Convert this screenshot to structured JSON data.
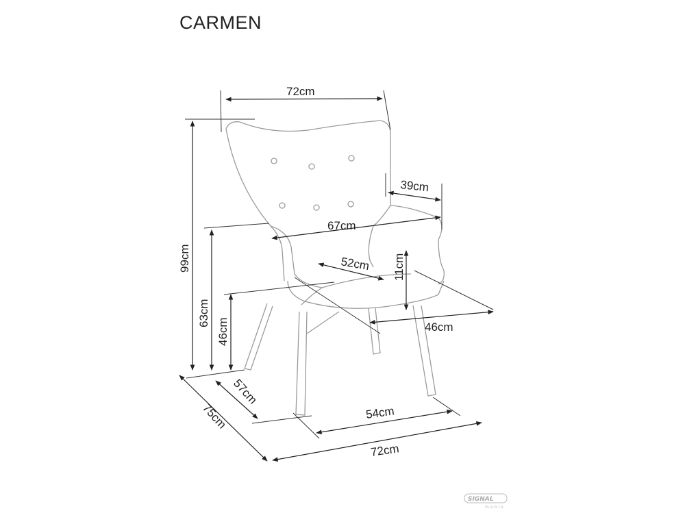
{
  "title": "CARMEN",
  "dimensions": {
    "top_width": "72cm",
    "total_height": "99cm",
    "armrest_height": "63cm",
    "seat_height": "46cm",
    "armrest_depth": "39cm",
    "inner_width": "67cm",
    "seat_depth": "52cm",
    "cushion_height": "11cm",
    "seat_width": "46cm",
    "leg_depth": "57cm",
    "total_depth": "75cm",
    "leg_width": "54cm",
    "bottom_width": "72cm"
  },
  "logo": {
    "brand": "SIGNAL",
    "sub": "meble"
  }
}
